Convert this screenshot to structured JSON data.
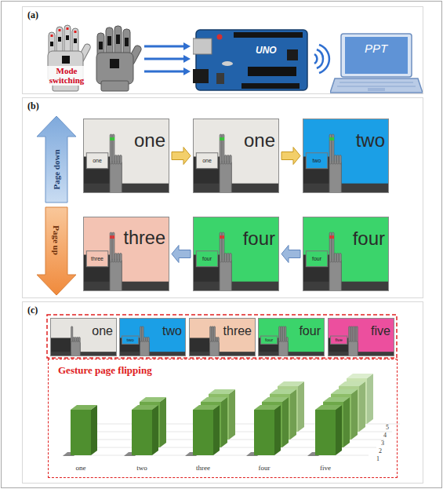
{
  "diagram": {
    "nodes": [
      {
        "text": [
          "(a)"
        ]
      },
      {
        "text": [
          "Mode switching"
        ],
        "in": 0
      },
      {
        "text": [
          "UNO"
        ],
        "in": 0
      },
      {
        "text": [
          "PPT"
        ],
        "in": 0
      },
      {
        "text": [
          "(b)"
        ]
      },
      {
        "text": [
          "one",
          "one"
        ],
        "in": 4
      },
      {
        "text": [
          "one",
          "one"
        ],
        "in": 4
      },
      {
        "text": [
          "two",
          "two"
        ],
        "in": 4
      },
      {
        "text": [
          "three",
          "three"
        ],
        "in": 4
      },
      {
        "text": [
          "four",
          "four"
        ],
        "in": 4
      },
      {
        "text": [
          "four",
          "four"
        ],
        "in": 4
      },
      {
        "text": [
          "(c)"
        ]
      },
      {
        "text": [
          "one"
        ],
        "in": 11
      },
      {
        "text": [
          "two",
          "two"
        ],
        "in": 11
      },
      {
        "text": [
          "three"
        ],
        "in": 11
      },
      {
        "text": [
          "four",
          "four"
        ],
        "in": 11
      },
      {
        "text": [
          "five",
          "five"
        ],
        "in": 11
      },
      {
        "text": [
          "Gesture page flipping"
        ],
        "in": 11
      }
    ],
    "edges": [
      {
        "from": 1,
        "to": 2,
        "arrow": "to"
      },
      {
        "from": 1,
        "to": 2,
        "arrow": "to"
      },
      {
        "from": 1,
        "to": 2,
        "arrow": "to"
      },
      {
        "from": 5,
        "to": 6,
        "arrow": "to"
      },
      {
        "from": 6,
        "to": 7,
        "arrow": "to"
      },
      {
        "from": 10,
        "to": 9,
        "arrow": "to"
      },
      {
        "from": 9,
        "to": 8,
        "arrow": "to"
      }
    ],
    "labels": [
      "Page down",
      "Page up",
      "one",
      "two",
      "three",
      "four",
      "five",
      "1",
      "2",
      "3",
      "4",
      "5"
    ]
  }
}
